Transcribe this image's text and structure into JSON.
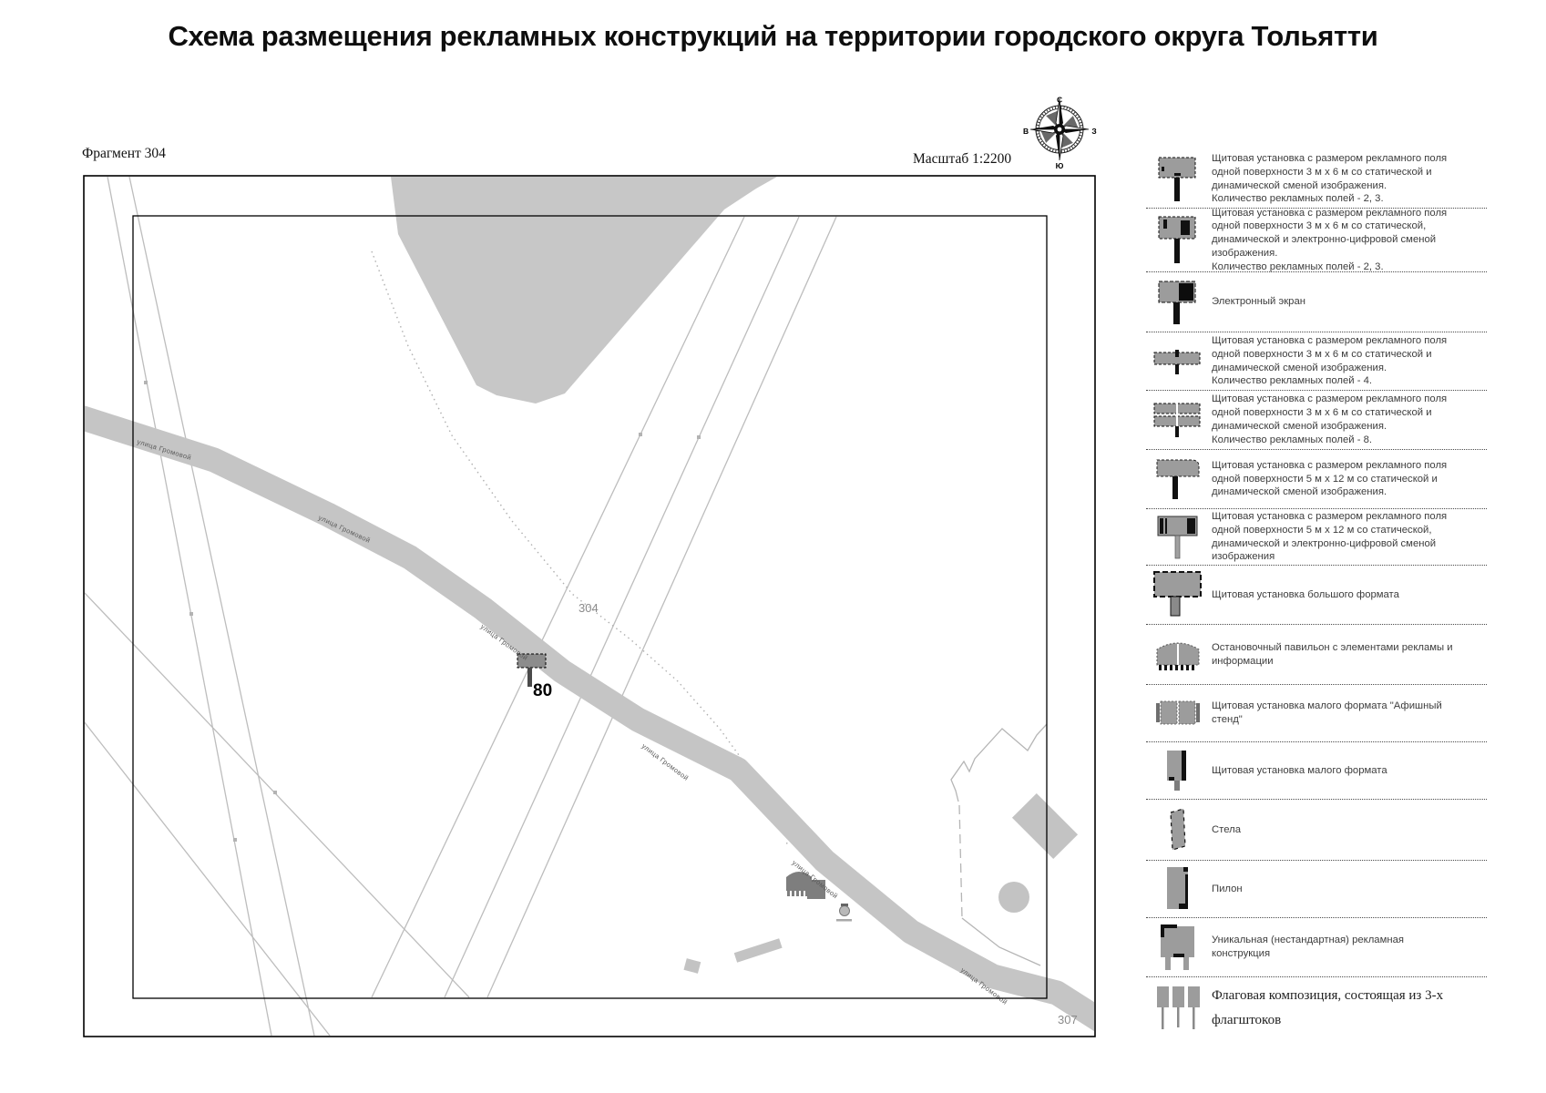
{
  "title": "Схема размещения рекламных конструкций на территории городского округа Тольятти",
  "map": {
    "fragment_label": "Фрагмент 304",
    "scale_label": "Масштаб 1:2200",
    "fragment_number": "304",
    "adjacent_fragment_number": "307",
    "street_label": "улица Громовой",
    "marker_id": "80",
    "compass": {
      "top": "С",
      "bottom": "Ю",
      "left": "В",
      "right": "З"
    }
  },
  "legend": {
    "items": [
      {
        "icon": "billboard-3x6-static-icon",
        "label": "Щитовая установка с размером рекламного поля\nодной поверхности 3 м х 6 м со статической и\nдинамической сменой изображения.\nКоличество рекламных полей - 2, 3."
      },
      {
        "icon": "billboard-3x6-digital-icon",
        "label": "Щитовая установка с размером рекламного поля\nодной поверхности 3 м х 6 м со статической,\nдинамической и электронно-цифровой сменой\nизображения.\nКоличество рекламных полей - 2, 3."
      },
      {
        "icon": "electronic-screen-icon",
        "label": "Электронный экран"
      },
      {
        "icon": "billboard-3x6-4fields-icon",
        "label": "Щитовая установка с размером рекламного поля\nодной поверхности 3 м х 6 м со статической и\nдинамической сменой изображения.\nКоличество рекламных полей - 4."
      },
      {
        "icon": "billboard-3x6-8fields-icon",
        "label": "Щитовая установка с размером рекламного поля\nодной поверхности 3 м х 6 м со статической и\nдинамической сменой изображения.\nКоличество рекламных полей - 8."
      },
      {
        "icon": "billboard-5x12-static-icon",
        "label": "Щитовая установка с размером рекламного поля\nодной поверхности 5 м х 12 м со статической и\nдинамической сменой изображения."
      },
      {
        "icon": "billboard-5x12-digital-icon",
        "label": "Щитовая установка с размером рекламного поля\nодной поверхности 5 м х 12 м со статической,\nдинамической и электронно-цифровой сменой\nизображения"
      },
      {
        "icon": "billboard-large-format-icon",
        "label": "Щитовая установка большого формата"
      },
      {
        "icon": "bus-stop-pavilion-icon",
        "label": "Остановочный павильон с элементами рекламы и\nинформации"
      },
      {
        "icon": "poster-stand-icon",
        "label": "Щитовая установка малого формата \"Афишный\nстенд\""
      },
      {
        "icon": "small-format-billboard-icon",
        "label": "Щитовая установка малого формата"
      },
      {
        "icon": "stela-icon",
        "label": "Стела"
      },
      {
        "icon": "pylon-icon",
        "label": "Пилон"
      },
      {
        "icon": "unique-construction-icon",
        "label": "Уникальная (нестандартная) рекламная\nконструкция"
      },
      {
        "icon": "flag-composition-icon",
        "label": "Флаговая композиция, состоящая из 3-х\nфлагштоков"
      }
    ]
  },
  "colors": {
    "road_gray": "#c5c5c5",
    "area_gray": "#c7c7c7",
    "line_gray": "#bdbdbd",
    "icon_gray": "#9c9c9c",
    "icon_dark": "#111111",
    "legend_text": "#3d3d3d",
    "map_label_gray": "#8a8a8a"
  }
}
